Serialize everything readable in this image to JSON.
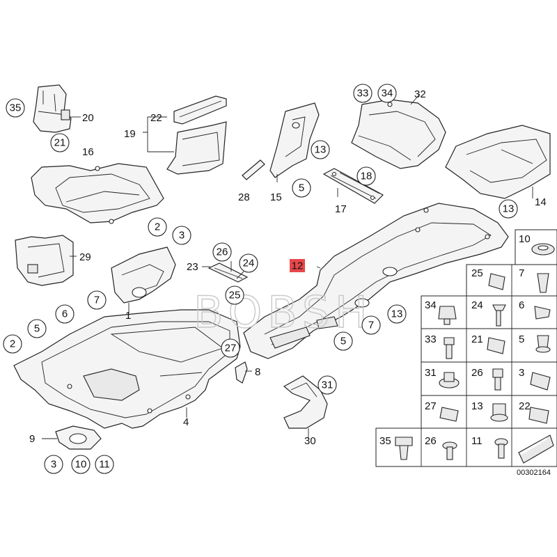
{
  "diagram": {
    "highlighted_part": "12",
    "diagram_code": "00302164",
    "watermark": "BOBSH",
    "callouts": [
      "35",
      "20",
      "21",
      "16",
      "22",
      "19",
      "28",
      "15",
      "13",
      "5",
      "33",
      "34",
      "32",
      "18",
      "17",
      "14",
      "13",
      "29",
      "2",
      "3",
      "1",
      "26",
      "23",
      "24",
      "25",
      "12",
      "7",
      "6",
      "5",
      "2",
      "4",
      "27",
      "8",
      "31",
      "30",
      "9",
      "3",
      "10",
      "11",
      "13",
      "7",
      "5"
    ],
    "fastener_grid": [
      "10",
      "25",
      "7",
      "34",
      "24",
      "6",
      "33",
      "21",
      "5",
      "31",
      "26",
      "3",
      "27",
      "13",
      "22",
      "35",
      "26",
      "11"
    ]
  }
}
